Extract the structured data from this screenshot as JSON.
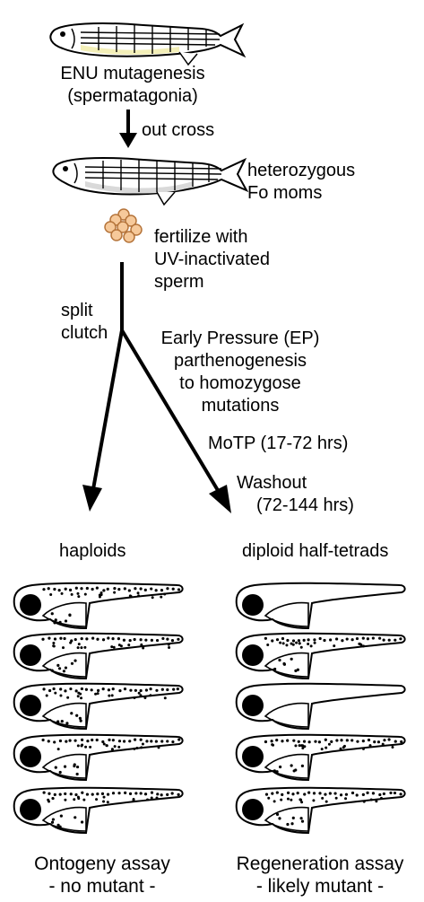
{
  "labels": {
    "enu_line1": "ENU mutagenesis",
    "enu_line2": "(spermatagonia)",
    "out_cross": "out cross",
    "hetero_line1": "heterozygous",
    "hetero_line2": "Fo moms",
    "fertilize_line1": "fertilize with",
    "fertilize_line2": "UV-inactivated",
    "fertilize_line3": "sperm",
    "split_line1": "split",
    "split_line2": "clutch",
    "ep_line1": "Early Pressure (EP)",
    "ep_line2": "parthenogenesis",
    "ep_line3": "to homozygose",
    "ep_line4": "mutations",
    "motp": "MoTP (17-72 hrs)",
    "washout_line1": "Washout",
    "washout_line2": "(72-144 hrs)",
    "haploids": "haploids",
    "diploids": "diploid half-tetrads",
    "ontogeny_line1": "Ontogeny assay",
    "ontogeny_line2": "- no mutant -",
    "regen_line1": "Regeneration assay",
    "regen_line2": "- likely mutant -"
  },
  "larvae": {
    "left_column_pigmented": [
      true,
      true,
      true,
      true,
      true
    ],
    "right_column_pigmented": [
      false,
      true,
      false,
      true,
      true
    ]
  },
  "colors": {
    "ink": "#000000",
    "egg_fill": "#f6c99a",
    "egg_stroke": "#b5743a",
    "fish_belly": "#d9d9d9",
    "fish_highlight": "#f3efb8"
  }
}
